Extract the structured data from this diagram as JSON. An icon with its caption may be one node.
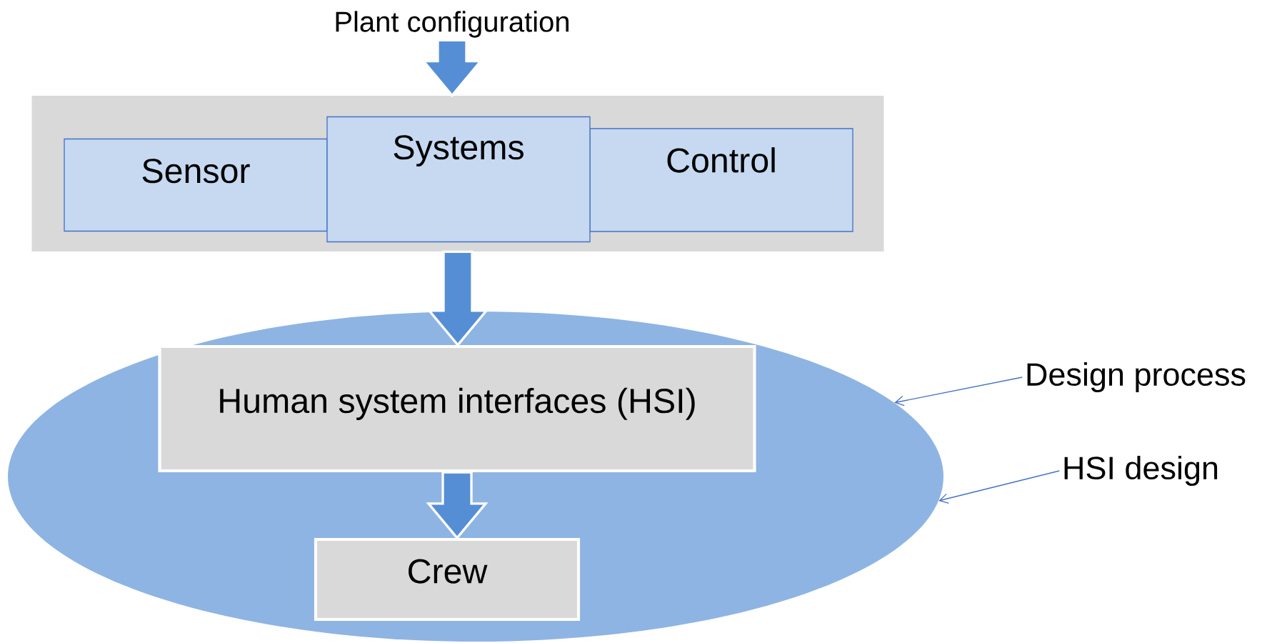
{
  "diagram": {
    "nodes": [
      {
        "text": [
          "Plant configuration"
        ]
      },
      {
        "text": [],
        "shape": "box"
      },
      {
        "text": [
          "Sensor"
        ],
        "in": 1
      },
      {
        "text": [
          "Systems"
        ],
        "in": 1
      },
      {
        "text": [
          "Control"
        ],
        "in": 1
      },
      {
        "text": [],
        "shape": "ellipse"
      },
      {
        "text": [
          "Human system interfaces (HSI)"
        ],
        "in": 5
      },
      {
        "text": [
          "Crew"
        ],
        "in": 5
      },
      {
        "text": [
          "Design process"
        ]
      },
      {
        "text": [
          "HSI design"
        ]
      }
    ],
    "edges": [
      {
        "from": 0,
        "to": 1,
        "arrow": "to",
        "style": "thick"
      },
      {
        "from": 1,
        "to": 6,
        "arrow": "to",
        "style": "thick"
      },
      {
        "from": 6,
        "to": 7,
        "arrow": "to",
        "style": "thick"
      },
      {
        "from": 8,
        "to": 5,
        "arrow": "to",
        "color": "#4472c4"
      },
      {
        "from": 9,
        "to": 5,
        "arrow": "to",
        "color": "#4472c4"
      }
    ]
  }
}
